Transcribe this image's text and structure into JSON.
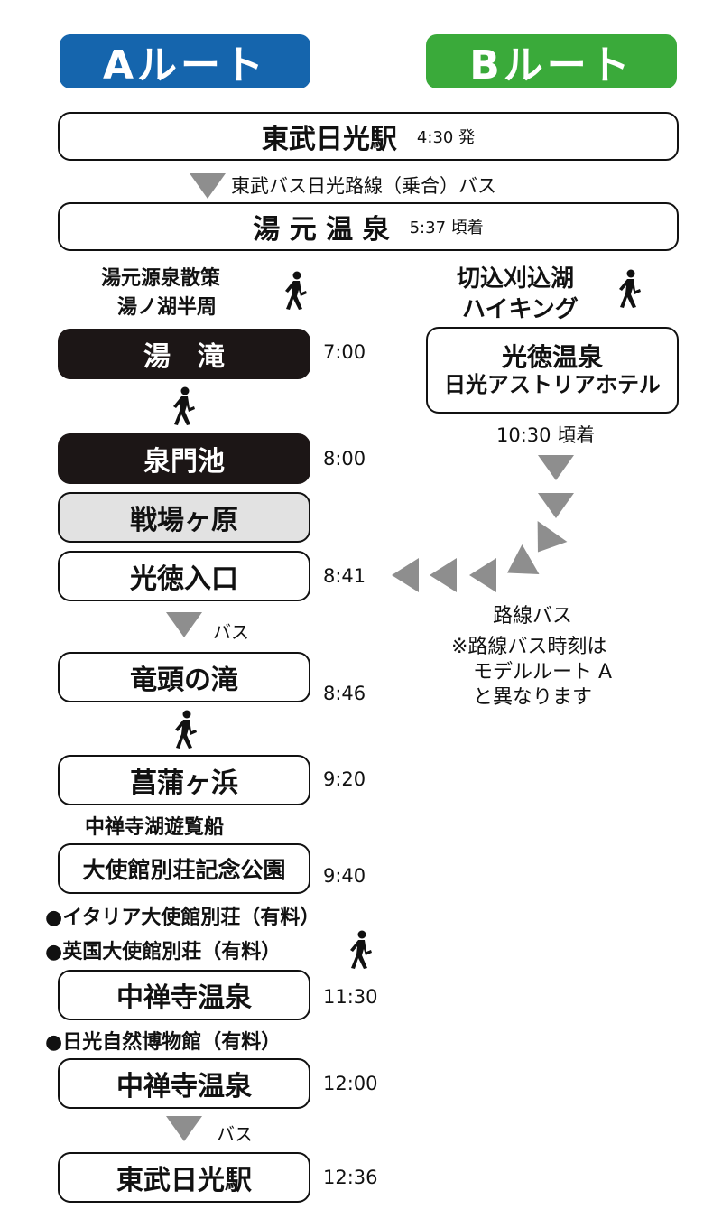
{
  "headers": {
    "a_route": "Aルート",
    "b_route": "Bルート"
  },
  "colors": {
    "a_route": "#1565ad",
    "b_route": "#3aaa3a",
    "arrow": "#8e8e8e",
    "dark_box": "#1c1616",
    "gray_box": "#e2e2e2"
  },
  "common": {
    "start_station": "東武日光駅",
    "start_time": "4:30 発",
    "bus_line": "東武バス日光路線（乗合）バス",
    "yumoto": "湯 元 温 泉",
    "yumoto_time": "5:37 頃着"
  },
  "route_a": {
    "walk_note_1": "湯元源泉散策",
    "walk_note_2": "湯ノ湖半周",
    "stops": [
      {
        "name": "湯　滝",
        "time": "7:00"
      },
      {
        "name": "泉門池",
        "time": "8:00"
      },
      {
        "name": "戦場ヶ原",
        "time": ""
      },
      {
        "name": "光徳入口",
        "time": "8:41"
      },
      {
        "name": "竜頭の滝",
        "time": "8:46"
      },
      {
        "name": "菖蒲ヶ浜",
        "time": "9:20"
      },
      {
        "name": "大使館別荘記念公園",
        "time": "9:40"
      },
      {
        "name": "中禅寺温泉",
        "time": "11:30"
      },
      {
        "name": "中禅寺温泉",
        "time": "12:00"
      },
      {
        "name": "東武日光駅",
        "time": "12:36"
      }
    ],
    "bus_label_1": "バス",
    "bus_label_2": "バス",
    "boat_note": "中禅寺湖遊覧船",
    "notes_1": [
      "●イタリア大使館別荘（有料）",
      "●英国大使館別荘（有料）"
    ],
    "notes_2": "●日光自然博物館（有料）"
  },
  "route_b": {
    "hike_note_1": "切込刈込湖",
    "hike_note_2": "ハイキング",
    "hotel_line_1": "光徳温泉",
    "hotel_line_2": "日光アストリアホテル",
    "arrival": "10:30 頃着",
    "bus_label": "路線バス",
    "note_1": "※路線バス時刻は",
    "note_2": "モデルルート A",
    "note_3": "と異なります"
  }
}
